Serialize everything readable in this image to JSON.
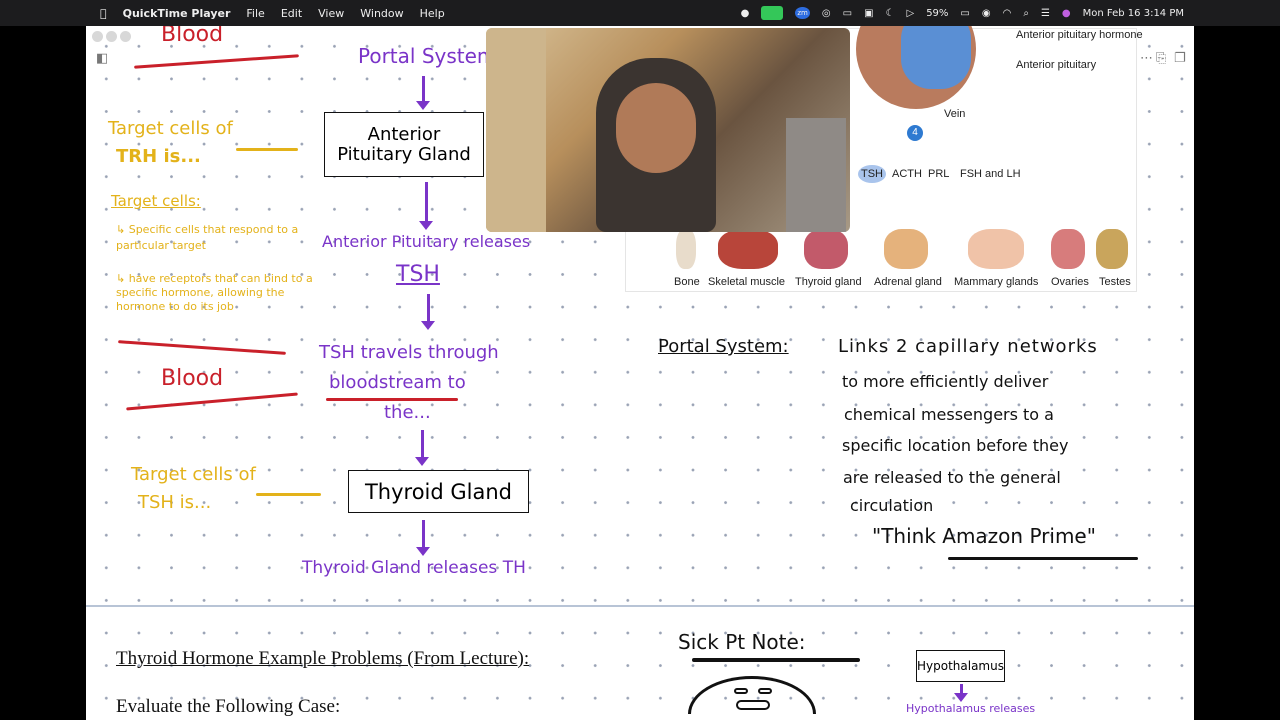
{
  "menubar": {
    "app": "QuickTime Player",
    "items": [
      "File",
      "Edit",
      "View",
      "Window",
      "Help"
    ],
    "battery": "59%",
    "datetime": "Mon Feb 16  3:14 PM",
    "zoom_badge": "zm"
  },
  "notes": {
    "top_blood": "Blood",
    "portal_system": "Portal System",
    "target_trh_1": "Target cells of",
    "target_trh_2": "TRH is...",
    "ant_pit_box": "Anterior Pituitary Gland",
    "target_cells_heading": "Target cells:",
    "target_def_1": "↳ Specific cells that respond to a particular target",
    "target_def_2": "↳ have receptors that can bind to a specific hormone, allowing the hormone to do its job",
    "ant_pit_releases": "Anterior Pituitary releases",
    "tsh": "TSH",
    "tsh_travels_1": "TSH travels through",
    "tsh_travels_2": "bloodstream to",
    "tsh_travels_3": "the...",
    "blood": "Blood",
    "target_tsh_1": "Target cells of",
    "target_tsh_2": "TSH is...",
    "thyroid_box": "Thyroid Gland",
    "thyroid_releases": "Thyroid Gland releases TH",
    "portal_def_label": "Portal System:",
    "portal_def": [
      "Links 2 capillary networks",
      "to more efficiently deliver",
      "chemical messengers to a",
      "specific location before they",
      "are released to the general",
      "circulation"
    ],
    "amazon": "\"Think Amazon Prime\""
  },
  "diagram": {
    "labels": {
      "aph": "Anterior pituitary hormone",
      "ap": "Anterior pituitary",
      "vein": "Vein",
      "step": "4"
    },
    "hormones": [
      "TSH",
      "ACTH",
      "PRL",
      "FSH and LH"
    ],
    "targets": [
      "Bone",
      "Skeletal muscle",
      "Thyroid gland",
      "Adrenal gland",
      "Mammary glands",
      "Ovaries",
      "Testes"
    ]
  },
  "lower": {
    "heading": "Thyroid Hormone Example Problems (From Lecture):",
    "case": "Evaluate the Following Case:",
    "sick_pt": "Sick Pt Note:",
    "hypothalamus_box": "Hypothalamus",
    "hypothalamus_releases": "Hypothalamus releases"
  },
  "colors": {
    "yellow": "#e3b21a",
    "purple": "#7a34c8",
    "red": "#c9202a"
  }
}
